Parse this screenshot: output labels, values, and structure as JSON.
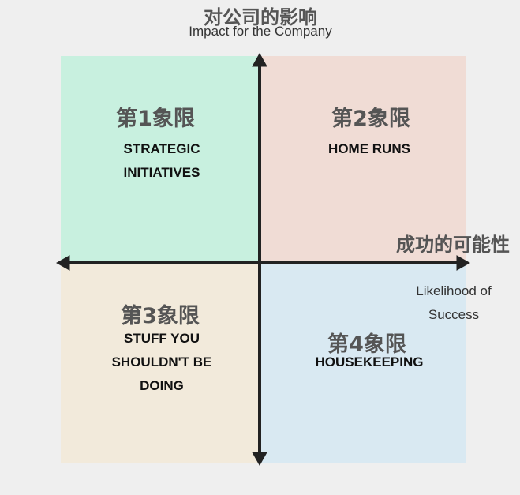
{
  "y_axis": {
    "title_cn": "对公司的影响",
    "title_en": "Impact for the Company"
  },
  "x_axis": {
    "title_cn": "成功的可能性",
    "title_en_line1": "Likelihood of",
    "title_en_line2": "Success"
  },
  "quadrants": [
    {
      "label": "第1象限",
      "line1": "STRATEGIC",
      "line2": "INITIATIVES",
      "line3": "",
      "color": "#c8f0df"
    },
    {
      "label": "第2象限",
      "line1": "HOME RUNS",
      "line2": "",
      "line3": "",
      "color": "#f0dcd5"
    },
    {
      "label": "第3象限",
      "line1": "STUFF YOU",
      "line2": "SHOULDN'T BE",
      "line3": "DOING",
      "color": "#f2eadb"
    },
    {
      "label": "第4象限",
      "line1": "HOUSEKEEPING",
      "line2": "",
      "line3": "",
      "color": "#d9e9f2"
    }
  ],
  "axis_color": "#222222"
}
